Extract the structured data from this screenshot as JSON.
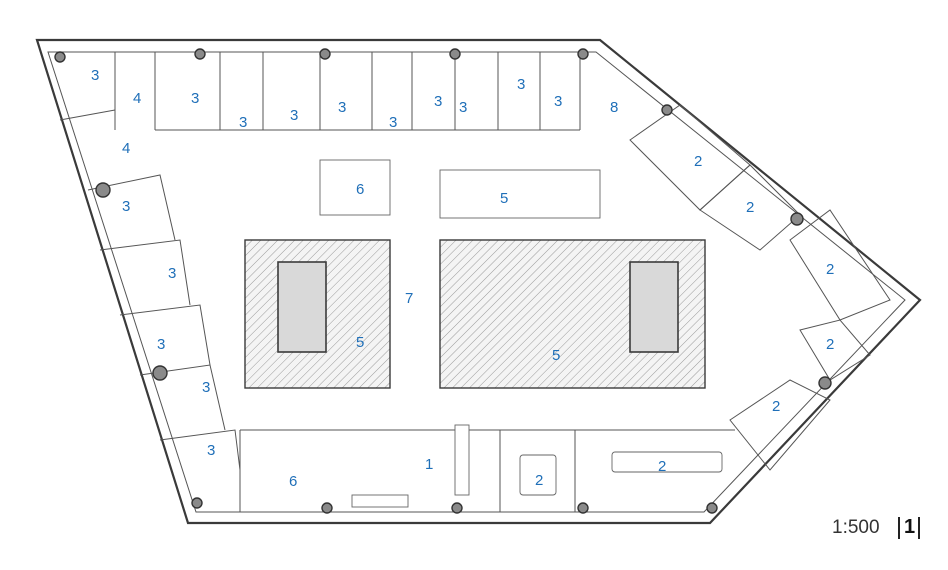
{
  "plan": {
    "room_labels": [
      "3",
      "4",
      "3",
      "3",
      "3",
      "3",
      "3",
      "3",
      "3",
      "3",
      "3",
      "8",
      "4",
      "6",
      "5",
      "3",
      "3",
      "3",
      "3",
      "2",
      "2",
      "2",
      "2",
      "2",
      "7",
      "5",
      "5",
      "3",
      "1",
      "6",
      "2",
      "2"
    ]
  },
  "scale": "1:500",
  "page_number": "1",
  "colors": {
    "label": "#1f6fb8",
    "wall": "#3a3a3a"
  }
}
